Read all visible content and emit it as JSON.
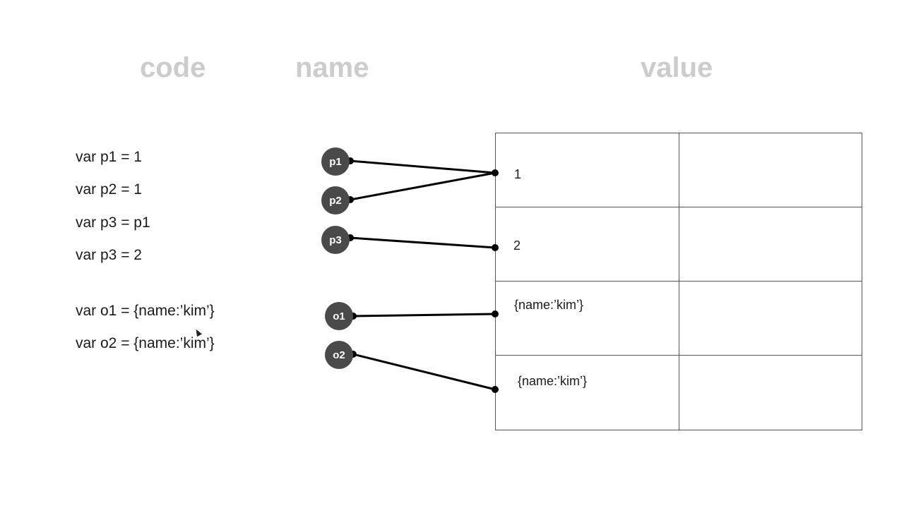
{
  "headings": {
    "code": "code",
    "name": "name",
    "value": "value"
  },
  "code_lines": [
    "var p1 = 1",
    "var p2 = 1",
    "var p3 = p1",
    "var p3 = 2",
    "var o1 = {name:’kim’}",
    "var o2 = {name:’kim’}"
  ],
  "names": [
    "p1",
    "p2",
    "p3",
    "o1",
    "o2"
  ],
  "values": [
    "1",
    "2",
    "{name:’kim’}",
    "{name:’kim’}"
  ],
  "links": [
    {
      "from": "p1",
      "to": "1"
    },
    {
      "from": "p2",
      "to": "1"
    },
    {
      "from": "p3",
      "to": "2"
    },
    {
      "from": "o1",
      "to": "{name:’kim’} (row 3)"
    },
    {
      "from": "o2",
      "to": "{name:’kim’} (row 4)"
    }
  ],
  "colors": {
    "heading": "#cccccc",
    "node_fill": "#4a4a4a",
    "line": "#000000"
  }
}
